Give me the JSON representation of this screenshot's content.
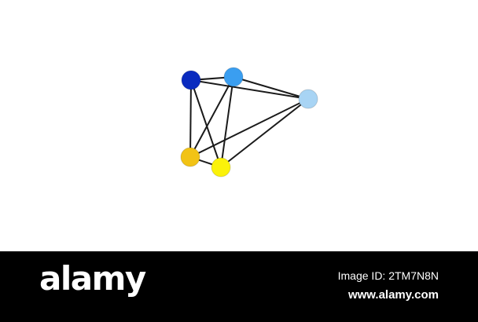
{
  "graph": {
    "nodes": [
      {
        "id": "dark-blue",
        "color": "#0a2bbf"
      },
      {
        "id": "blue",
        "color": "#3a9ef0"
      },
      {
        "id": "light-blue",
        "color": "#a8d4f4"
      },
      {
        "id": "orange-yellow",
        "color": "#f2c315"
      },
      {
        "id": "yellow",
        "color": "#fbf20a"
      }
    ],
    "edges": [
      [
        "dark-blue",
        "blue"
      ],
      [
        "dark-blue",
        "light-blue"
      ],
      [
        "dark-blue",
        "orange-yellow"
      ],
      [
        "dark-blue",
        "yellow"
      ],
      [
        "blue",
        "light-blue"
      ],
      [
        "blue",
        "orange-yellow"
      ],
      [
        "blue",
        "yellow"
      ],
      [
        "light-blue",
        "orange-yellow"
      ],
      [
        "light-blue",
        "yellow"
      ],
      [
        "orange-yellow",
        "yellow"
      ]
    ],
    "edge_color": "#1a1a1a"
  },
  "watermark": {
    "brand": "alamy",
    "image_id": "Image ID: 2TM7N8N",
    "url": "www.alamy.com"
  }
}
